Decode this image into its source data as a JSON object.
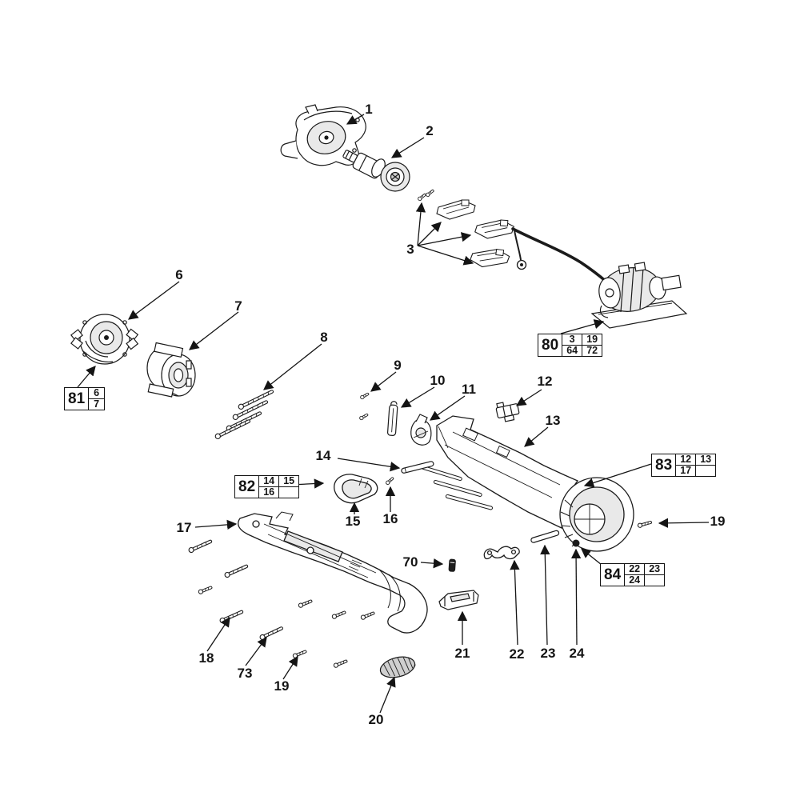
{
  "diagram": {
    "type": "exploded-parts-diagram",
    "colors": {
      "line": "#1b1b1b",
      "background": "#ffffff",
      "shade": "#d9d9d9"
    },
    "callouts": {
      "p1": "1",
      "p2": "2",
      "p3": "3",
      "p6": "6",
      "p7": "7",
      "p8": "8",
      "p9": "9",
      "p10": "10",
      "p11": "11",
      "p12": "12",
      "p13": "13",
      "p14": "14",
      "p15": "15",
      "p16": "16",
      "p17": "17",
      "p18": "18",
      "p19_bottom": "19",
      "p19_right": "19",
      "p20": "20",
      "p21": "21",
      "p22": "22",
      "p23": "23",
      "p24": "24",
      "p70": "70",
      "p73": "73"
    },
    "ref_boxes": {
      "b80": {
        "id": "80",
        "r1c1": "3",
        "r1c2": "19",
        "r2c1": "64",
        "r2c2": "72"
      },
      "b81": {
        "id": "81",
        "r1c1": "6",
        "r2c1": "7"
      },
      "b82": {
        "id": "82",
        "r1c1": "14",
        "r1c2": "15",
        "r2c1": "16",
        "r2c2": ""
      },
      "b83": {
        "id": "83",
        "r1c1": "12",
        "r1c2": "13",
        "r2c1": "17",
        "r2c2": ""
      },
      "b84": {
        "id": "84",
        "r1c1": "22",
        "r1c2": "23",
        "r2c1": "24",
        "r2c2": ""
      }
    }
  }
}
